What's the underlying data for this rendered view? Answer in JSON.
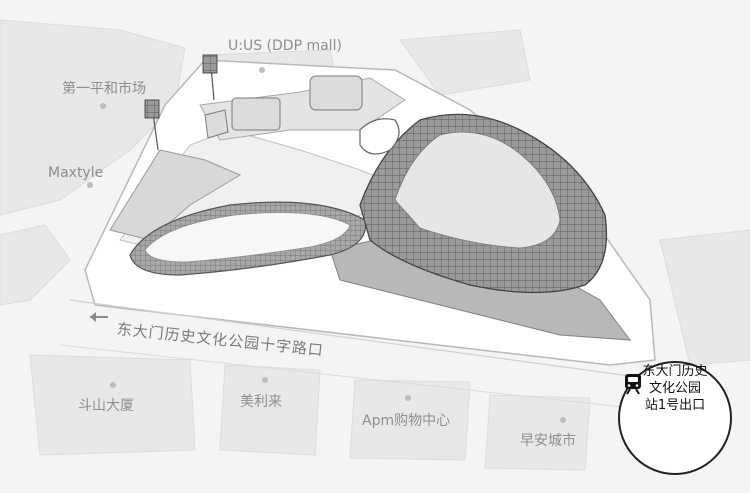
{
  "map": {
    "labels": {
      "uus": "U:US (DDP mall)",
      "pyeonghwa": "第一平和市场",
      "maxtyle": "Maxtyle",
      "road": "东大门历史文化公园十字路口",
      "dusan": "斗山大厦",
      "milliore": "美利来",
      "apm": "Apm购物中心",
      "hyundai": "早安城市"
    },
    "exit": {
      "line1": "东大门历史",
      "line2": "文化公园",
      "line3": "站1号出口"
    },
    "icons": {
      "metro": "metro-icon",
      "arrow": "arrow-left-icon",
      "pin": "pin-icon"
    },
    "colors": {
      "background": "#f4f4f4",
      "block": "#e8e8e8",
      "plaza": "#ffffff",
      "structure": "#8a8a8a",
      "label": "#8e8e8e"
    }
  }
}
